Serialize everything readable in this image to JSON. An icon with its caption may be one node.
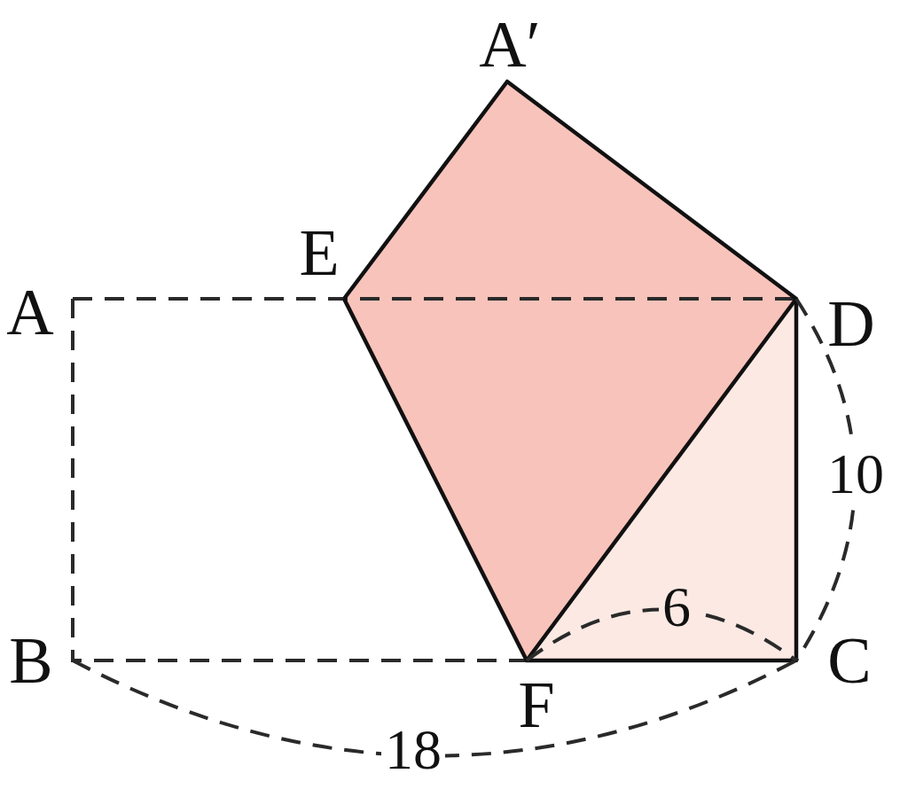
{
  "diagram": {
    "labels": [
      "A′",
      "E",
      "A",
      "D",
      "10",
      "6",
      "B",
      "C",
      "F",
      "18"
    ]
  }
}
